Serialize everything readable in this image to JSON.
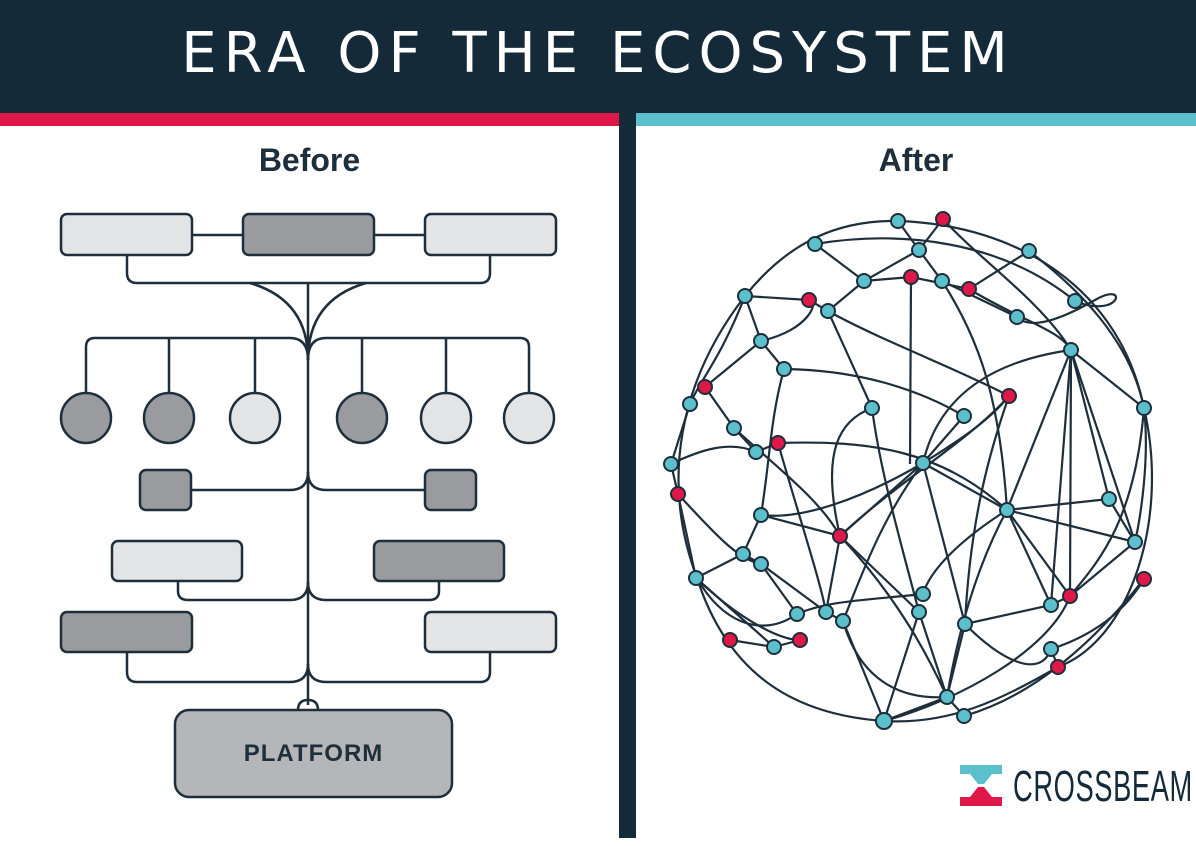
{
  "header": {
    "title": "ERA OF THE ECOSYSTEM"
  },
  "before": {
    "title": "Before",
    "platform_label": "PLATFORM"
  },
  "after": {
    "title": "After"
  },
  "brand": {
    "name": "CROSSBEAM"
  },
  "colors": {
    "navy": "#142a38",
    "red": "#e0184a",
    "teal": "#5bc0cc",
    "dark_gray": "#9a9b9f",
    "light_gray": "#e3e4e6"
  }
}
